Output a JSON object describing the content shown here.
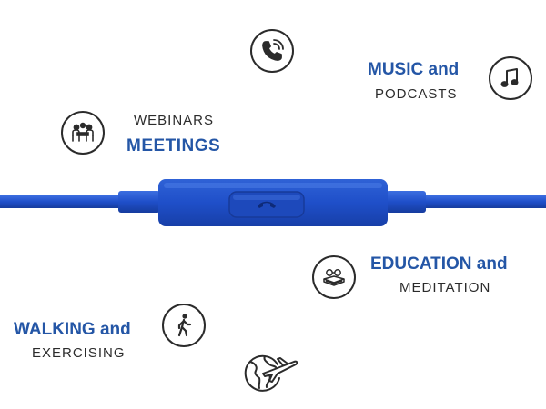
{
  "colors": {
    "accent": "#2456a6",
    "cable": "#1f4fc9",
    "icon_stroke": "#2b2b2b"
  },
  "features": {
    "meetings": {
      "line1": "WEBINARS",
      "line2": "MEETINGS",
      "icon": "meeting-icon"
    },
    "music": {
      "line1": "MUSIC and",
      "line2": "PODCASTS",
      "icon": "music-note-icon"
    },
    "education": {
      "line1": "EDUCATION and",
      "line2": "MEDITATION",
      "icon": "book-glasses-icon"
    },
    "walking": {
      "line1": "WALKING and",
      "line2": "EXERCISING",
      "icon": "walking-person-icon"
    },
    "calls": {
      "icon": "phone-call-icon"
    },
    "travel": {
      "icon": "globe-plane-icon"
    }
  },
  "remote": {
    "button_icon": "phone-hangup-icon"
  }
}
